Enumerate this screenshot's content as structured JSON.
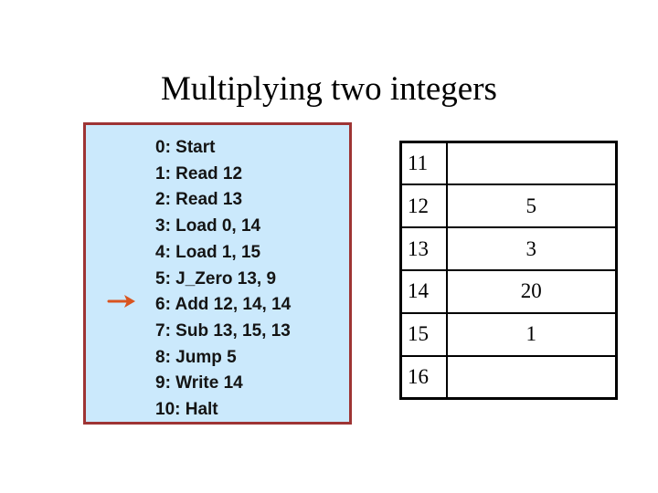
{
  "slide": {
    "title": "Multiplying two integers",
    "background_color": "#ffffff"
  },
  "program": {
    "panel_fill_color": "#cbe9fc",
    "panel_border_color": "#9e3434",
    "current_line_index": 6,
    "current_marker_icon": "right-arrow-icon",
    "current_marker_color": "#d9541f",
    "lines": [
      {
        "label": "0: Start"
      },
      {
        "label": "1: Read 12"
      },
      {
        "label": "2: Read 13"
      },
      {
        "label": "3: Load 0, 14"
      },
      {
        "label": "4: Load 1, 15"
      },
      {
        "label": "5: J_Zero 13, 9"
      },
      {
        "label": "6: Add 12, 14, 14"
      },
      {
        "label": "7: Sub 13, 15, 13"
      },
      {
        "label": "8: Jump 5"
      },
      {
        "label": "9: Write 14"
      },
      {
        "label": "10: Halt"
      }
    ]
  },
  "memory": {
    "border_color": "#000000",
    "rows": [
      {
        "address": "11",
        "value": ""
      },
      {
        "address": "12",
        "value": "5"
      },
      {
        "address": "13",
        "value": "3"
      },
      {
        "address": "14",
        "value": "20"
      },
      {
        "address": "15",
        "value": "1"
      },
      {
        "address": "16",
        "value": ""
      }
    ]
  }
}
